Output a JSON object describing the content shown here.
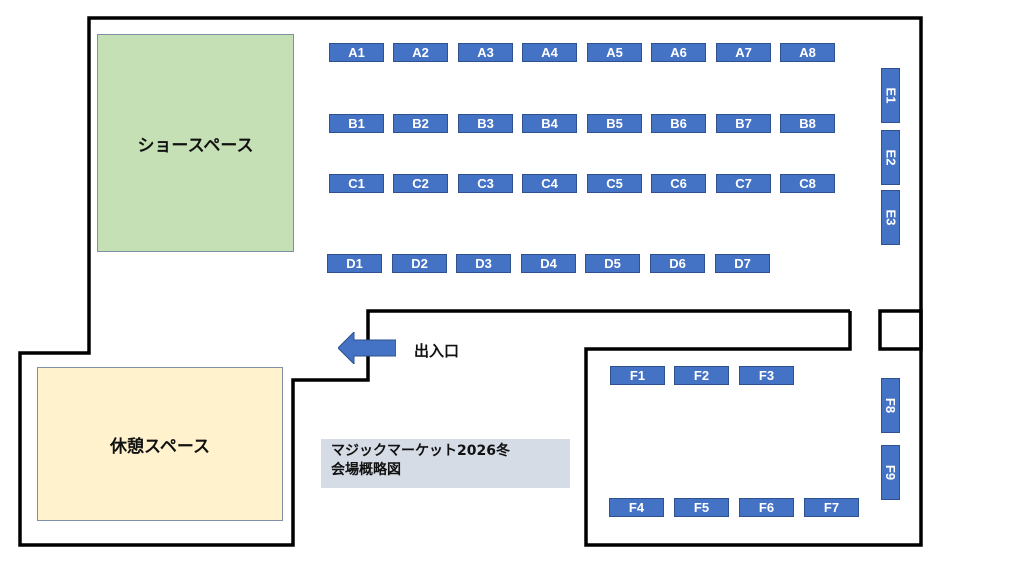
{
  "title": {
    "line1": "マジックマーケット2026冬",
    "line2": "会場概略図"
  },
  "zones": {
    "show_space": "ショースペース",
    "rest_space": "休憩スペース"
  },
  "entrance": {
    "label": "出入口",
    "icon": "arrow-left-icon"
  },
  "colors": {
    "booth": "#4472c4",
    "show_space": "#c5e0b4",
    "rest_space": "#fff2cc",
    "title_bg": "#d6dce5",
    "wall": "#000000"
  },
  "booths": {
    "row_a": [
      "A1",
      "A2",
      "A3",
      "A4",
      "A5",
      "A6",
      "A7",
      "A8"
    ],
    "row_b": [
      "B1",
      "B2",
      "B3",
      "B4",
      "B5",
      "B6",
      "B7",
      "B8"
    ],
    "row_c": [
      "C1",
      "C2",
      "C3",
      "C4",
      "C5",
      "C6",
      "C7",
      "C8"
    ],
    "row_d": [
      "D1",
      "D2",
      "D3",
      "D4",
      "D5",
      "D6",
      "D7"
    ],
    "col_e": [
      "E1",
      "E2",
      "E3"
    ],
    "row_f_top": [
      "F1",
      "F2",
      "F3"
    ],
    "row_f_bottom": [
      "F4",
      "F5",
      "F6",
      "F7"
    ],
    "col_f_side": [
      "F8",
      "F9"
    ]
  }
}
